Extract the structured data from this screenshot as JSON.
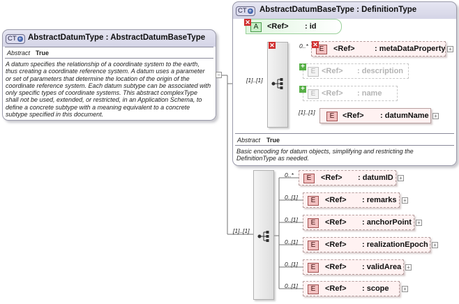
{
  "main_type": {
    "badge": "CT",
    "title": "AbstractDatumType : AbstractDatumBaseType",
    "abstract_label": "Abstract",
    "abstract_value": "True",
    "doc_lines": [
      "A datum specifies the relationship of a coordinate system to the earth,",
      "thus creating a coordinate reference system. A datum uses a parameter",
      "or set of parameters that determine the location of the origin of the",
      "coordinate reference system. Each datum subtype can be associated with",
      "only specific types of coordinate systems. This abstract complexType",
      "shall not be used, extended, or restricted, in an Application Schema, to",
      "define a concrete subtype with a meaning equivalent to a concrete",
      "subtype specified in this document."
    ],
    "collapse_symbol": "−"
  },
  "base_type": {
    "badge": "CT",
    "title": "AbstractDatumBaseType : DefinitionType",
    "attribute": {
      "badge": "A",
      "ref": "<Ref>",
      "name": ": id"
    },
    "sequence_occurrence": "[1]..[1]",
    "elements": [
      {
        "badge": "E",
        "ref": "<Ref>",
        "name": ": metaDataProperty",
        "occurrence": "0..*",
        "marker": "removed",
        "state": "normal",
        "expander": "+"
      },
      {
        "badge": "E",
        "ref": "<Ref>",
        "name": ": description",
        "occurrence": "",
        "marker": "added",
        "state": "ghost",
        "expander": ""
      },
      {
        "badge": "E",
        "ref": "<Ref>",
        "name": ": name",
        "occurrence": "",
        "marker": "added",
        "state": "ghost",
        "expander": ""
      },
      {
        "badge": "E",
        "ref": "<Ref>",
        "name": ": datumName",
        "occurrence": "[1]..[1]",
        "marker": "",
        "state": "solid",
        "expander": "+"
      }
    ],
    "abstract_label": "Abstract",
    "abstract_value": "True",
    "doc_lines": [
      "Basic encoding for datum objects, simplifying and restricting the",
      "DefinitionType as needed."
    ]
  },
  "extension_sequence": {
    "occurrence": "[1]..[1]",
    "elements": [
      {
        "badge": "E",
        "ref": "<Ref>",
        "name": ": datumID",
        "occurrence": "0..*",
        "expander": "+"
      },
      {
        "badge": "E",
        "ref": "<Ref>",
        "name": ": remarks",
        "occurrence": "0..[1]",
        "expander": "+"
      },
      {
        "badge": "E",
        "ref": "<Ref>",
        "name": ": anchorPoint",
        "occurrence": "0..[1]",
        "expander": "+"
      },
      {
        "badge": "E",
        "ref": "<Ref>",
        "name": ": realizationEpoch",
        "occurrence": "0..[1]",
        "expander": "+"
      },
      {
        "badge": "E",
        "ref": "<Ref>",
        "name": ": validArea",
        "occurrence": "0..[1]",
        "expander": "+"
      },
      {
        "badge": "E",
        "ref": "<Ref>",
        "name": ": scope",
        "occurrence": "0..[1]",
        "expander": "+"
      }
    ]
  },
  "colors": {
    "element_fill": "#fff2f2",
    "element_border": "#b8a0a0",
    "attribute_fill": "#e0f6e0",
    "complex_type_header": "#d4d4e6",
    "removed_marker": "#d03030",
    "added_marker": "#58b048"
  }
}
